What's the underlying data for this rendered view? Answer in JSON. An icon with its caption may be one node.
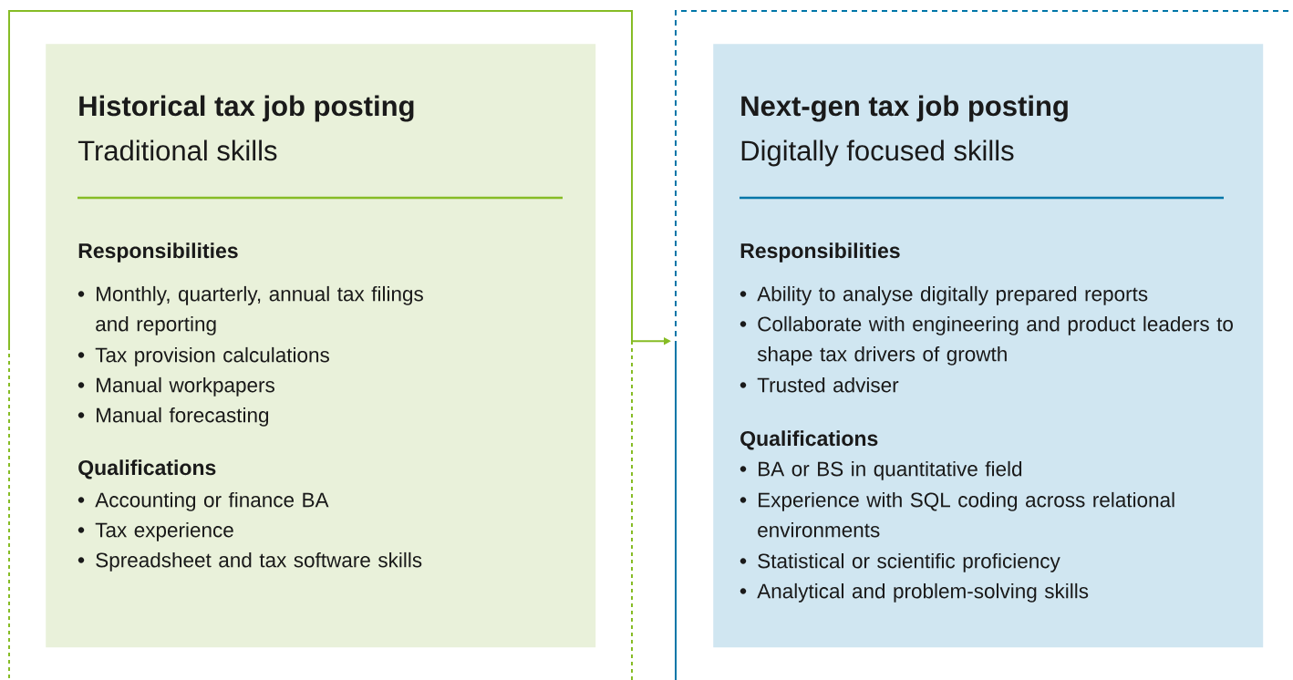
{
  "diagram": {
    "nodes": [
      {
        "text": [],
        "shape": "box"
      },
      {
        "text": [
          "Historical tax job posting",
          "Traditional skills",
          "Responsibilities",
          "Monthly, quarterly, annual tax filings and reporting",
          "Tax provision calculations",
          "Manual workpapers",
          "Manual forecasting",
          "Qualifications",
          "Accounting or finance BA",
          "Tax experience",
          "Spreadsheet and tax software skills"
        ],
        "in": 0
      },
      {
        "text": [],
        "shape": "box"
      },
      {
        "text": [
          "Next-gen tax job posting",
          "Digitally focused skills",
          "Responsibilities",
          "Ability to analyse digitally prepared reports",
          "Collaborate with engineering and product leaders to shape tax drivers of growth",
          "Trusted adviser",
          "Qualifications",
          "BA or BS in quantitative field",
          "Experience with SQL coding across relational environments",
          "Statistical or scientific proficiency",
          "Analytical and problem-solving skills"
        ],
        "in": 2
      }
    ],
    "edges": [
      {
        "from": 0,
        "to": 2,
        "arrow": "to"
      }
    ]
  }
}
